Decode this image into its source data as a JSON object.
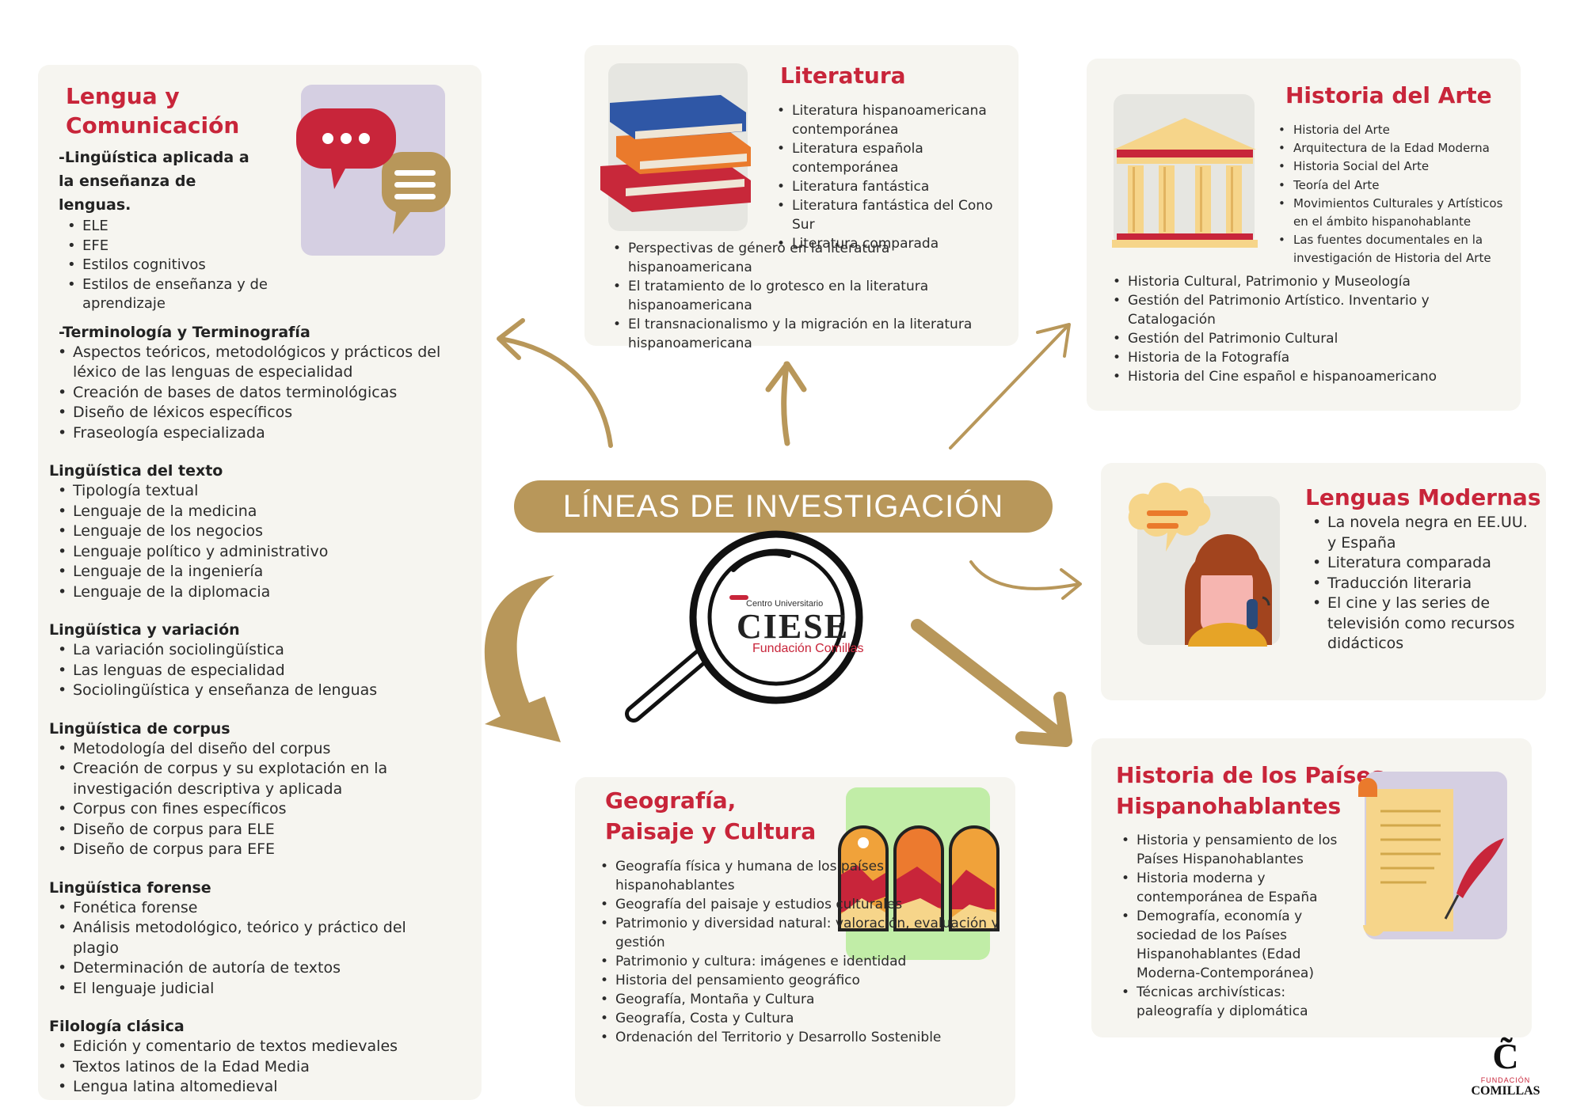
{
  "center": {
    "title": "LÍNEAS DE INVESTIGACIÓN"
  },
  "logo_ciese": {
    "top": "Centro Universitario",
    "name": "CIESE",
    "bottom": "Fundación Comillas"
  },
  "logo_comillas": {
    "mark": "C̃",
    "fundacion": "FUNDACIÓN",
    "name": "COMILLAS"
  },
  "lengua": {
    "title": "Lengua y Comunicación",
    "sections": [
      {
        "heading": "-Lingüística aplicada a la enseñanza de lenguas.",
        "items": [
          "ELE",
          "EFE",
          "Estilos cognitivos",
          "Estilos de enseñanza y de aprendizaje"
        ]
      },
      {
        "heading": "-Terminología y Terminografía",
        "items": [
          "Aspectos teóricos, metodológicos y prácticos del léxico de las lenguas de especialidad",
          "Creación de bases de datos terminológicas",
          "Diseño de léxicos específicos",
          "Fraseología especializada"
        ]
      },
      {
        "heading": "Lingüística del texto",
        "items": [
          "Tipología textual",
          "Lenguaje de la medicina",
          "Lenguaje de los negocios",
          "Lenguaje político y administrativo",
          "Lenguaje de la ingeniería",
          "Lenguaje de la diplomacia"
        ]
      },
      {
        "heading": "Lingüística y variación",
        "items": [
          "La variación sociolingüística",
          "Las lenguas de especialidad",
          "Sociolingüística y enseñanza de lenguas"
        ]
      },
      {
        "heading": "Lingüística de corpus",
        "items": [
          "Metodología del diseño del corpus",
          "Creación de corpus y su explotación en la investigación descriptiva y aplicada",
          "Corpus con fines específicos",
          "Diseño de corpus para ELE",
          "Diseño de corpus para EFE"
        ]
      },
      {
        "heading": "Lingüística forense",
        "items": [
          "Fonética forense",
          "Análisis metodológico, teórico y práctico del plagio",
          "Determinación de autoría de textos",
          "El lenguaje judicial"
        ]
      },
      {
        "heading": "Filología clásica",
        "items": [
          "Edición y comentario de textos medievales",
          "Textos latinos de la Edad Media",
          "Lengua latina altomedieval"
        ]
      }
    ]
  },
  "literatura": {
    "title": "Literatura",
    "items_right": [
      "Literatura hispanoamericana contemporánea",
      "Literatura española contemporánea",
      "Literatura fantástica",
      "Literatura fantástica del Cono Sur",
      "Literatura comparada"
    ],
    "items_bottom": [
      "Perspectivas de género en la literatura hispanoamericana",
      "El tratamiento de lo grotesco en la literatura hispanoamericana",
      "El transnacionalismo y la migración en la literatura hispanoamericana"
    ]
  },
  "arte": {
    "title": "Historia del Arte",
    "items_right": [
      "Historia del Arte",
      "Arquitectura de la Edad Moderna",
      "Historia Social del Arte",
      "Teoría del Arte",
      "Movimientos Culturales y Artísticos en el ámbito hispanohablante",
      "Las fuentes documentales en la investigación de Historia del Arte"
    ],
    "items_bottom": [
      "Historia Cultural, Patrimonio y Museología",
      "Gestión del Patrimonio Artístico. Inventario y Catalogación",
      "Gestión del Patrimonio Cultural",
      "Historia de la Fotografía",
      "Historia del Cine español e hispanoamericano"
    ]
  },
  "modernas": {
    "title": "Lenguas Modernas",
    "items": [
      "La novela negra en EE.UU. y España",
      "Literatura comparada",
      "Traducción literaria",
      "El cine y las series de televisión como recursos didácticos"
    ]
  },
  "geografia": {
    "title_line1": "Geografía,",
    "title_line2": "Paisaje y Cultura",
    "items": [
      "Geografía física y humana de los países hispanohablantes",
      "Geografía del paisaje y estudios culturales",
      "Patrimonio y diversidad natural: valoración, evaluación y gestión",
      "Patrimonio y cultura: imágenes e identidad",
      "Historia del pensamiento geográfico",
      "Geografía, Montaña y Cultura",
      "Geografía, Costa y Cultura",
      "Ordenación del Territorio y Desarrollo Sostenible"
    ]
  },
  "historia": {
    "title_line1": "Historia de los Países",
    "title_line2": "Hispanohablantes",
    "items": [
      "Historia y pensamiento de los Países Hispanohablantes",
      "Historia moderna y contemporánea de España",
      "Demografía, economía y sociedad de los Países Hispanohablantes (Edad Moderna-Contemporánea)",
      "Técnicas archivísticas: paleografía y diplomática"
    ]
  },
  "colors": {
    "accent_red": "#c8253a",
    "gold": "#b8975a",
    "card_bg": "#f6f5f0"
  }
}
